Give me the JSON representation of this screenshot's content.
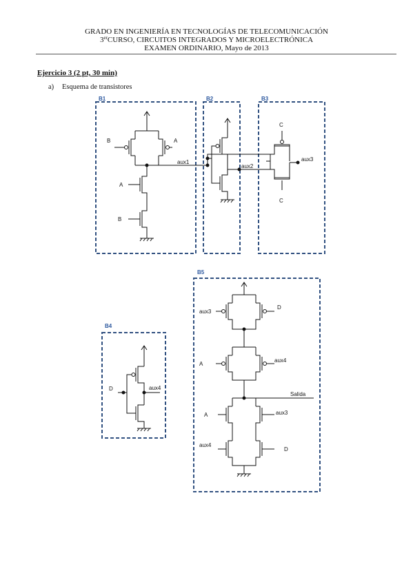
{
  "header": {
    "line1": "GRADO EN INGENIERÍA EN TECNOLOGÍAS DE TELECOMUNICACIÓN",
    "line2_num": "3",
    "line2_sup": "er",
    "line2_rest": "CURSO, CIRCUITOS INTEGRADOS Y MICROELECTRÓNICA",
    "line3": "EXAMEN ORDINARIO, Mayo de 2013"
  },
  "exercise": {
    "title": "Ejercicio 3 (2 pt, 30 min)",
    "item_letter": "a)",
    "item_text": "Esquema de transistores"
  },
  "blocks": {
    "b1": "B1",
    "b2": "B2",
    "b3": "B3",
    "b4": "B4",
    "b5": "B5"
  },
  "signals": {
    "A": "A",
    "B": "B",
    "C": "C",
    "D": "D",
    "aux1": "aux1",
    "aux2": "aux2",
    "aux3": "aux3",
    "aux4": "aux4",
    "salida": "Salida"
  }
}
